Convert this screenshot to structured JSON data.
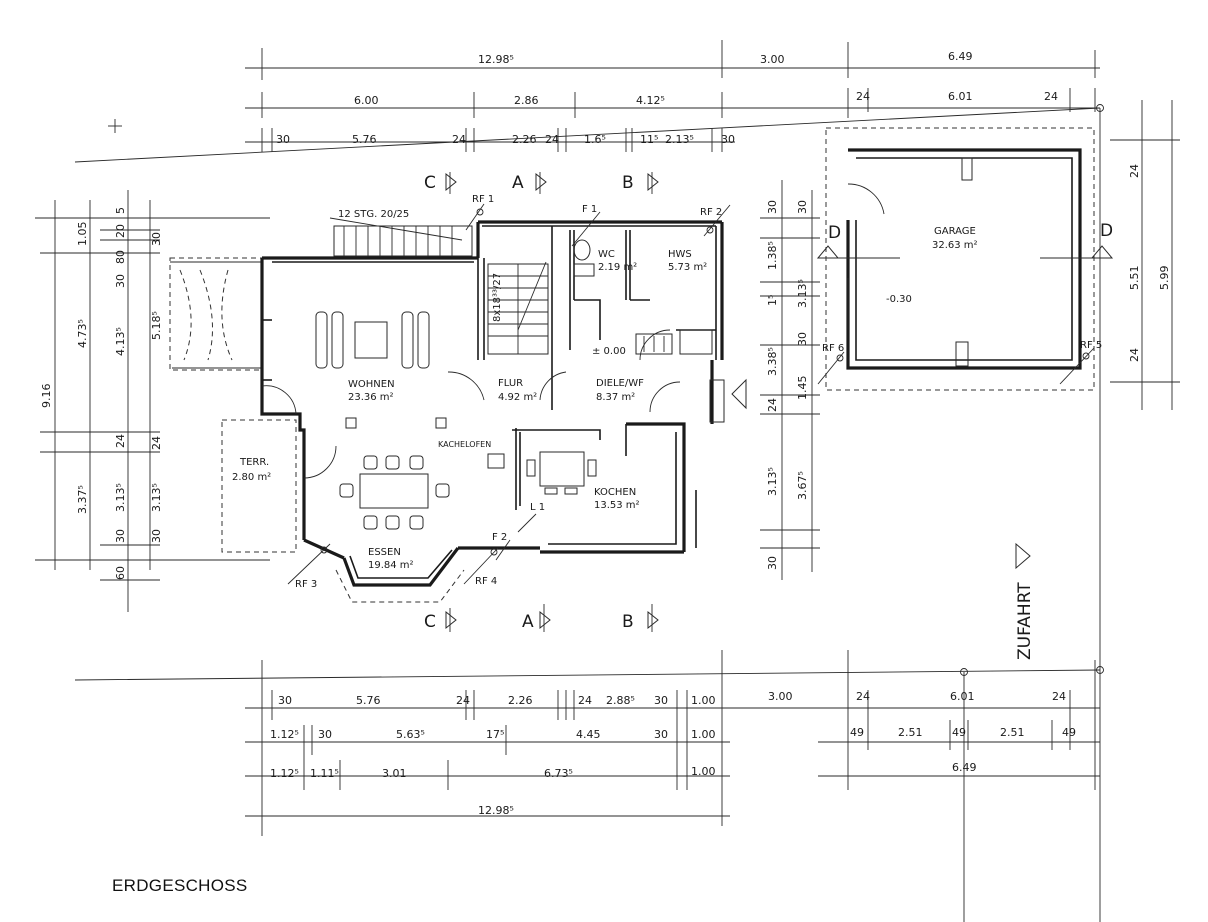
{
  "caption": "ERDGESCHOSS",
  "dims_top": {
    "row1": [
      "12.98⁵",
      "3.00",
      "6.49"
    ],
    "row2": [
      "6.00",
      "2.86",
      "4.12⁵",
      "24",
      "6.01",
      "24"
    ],
    "row3": [
      "30",
      "5.76",
      "24",
      "2.26",
      "24",
      "1.6⁵",
      "11⁵",
      "2.13⁵",
      "30"
    ]
  },
  "dims_bottom": {
    "row1": [
      "30",
      "5.76",
      "24",
      "2.26",
      "24",
      "2.88⁵",
      "30",
      "1.00",
      "3.00",
      "24",
      "6.01",
      "24"
    ],
    "row2": [
      "1.12⁵",
      "30",
      "5.63⁵",
      "17⁵",
      "4.45",
      "30",
      "1.00",
      "49",
      "2.51",
      "49",
      "2.51",
      "49"
    ],
    "row3": [
      "1.12⁵",
      "1.11⁵",
      "3.01",
      "6.73⁵",
      "1.00",
      "6.49"
    ],
    "row4": [
      "12.98⁵"
    ]
  },
  "dims_left": [
    "9.16",
    "4.73⁵",
    "3.37⁵",
    "1.05",
    "4.13⁵",
    "3.13⁵",
    "5.18⁵",
    "3.13⁵",
    "5",
    "20",
    "80",
    "30",
    "24",
    "30",
    "60",
    "30",
    "24",
    "30"
  ],
  "dims_right": [
    "30",
    "1.38⁵",
    "1⁵",
    "3.38⁵",
    "24",
    "3.13⁵",
    "30",
    "30",
    "3.13⁵",
    "1.45",
    "3.67⁵",
    "30",
    "24",
    "5.51",
    "5.99",
    "24"
  ],
  "rooms": [
    {
      "name": "WOHNEN",
      "area": "23.36 m²"
    },
    {
      "name": "FLUR",
      "area": "4.92 m²"
    },
    {
      "name": "DIELE/WF",
      "area": "8.37 m²"
    },
    {
      "name": "WC",
      "area": "2.19 m²"
    },
    {
      "name": "HWS",
      "area": "5.73 m²"
    },
    {
      "name": "KOCHEN",
      "area": "13.53 m²"
    },
    {
      "name": "ESSEN",
      "area": "19.84 m²"
    },
    {
      "name": "TERR.",
      "area": "2.80 m²"
    },
    {
      "name": "GARAGE",
      "area": "32.63 m²"
    }
  ],
  "labels": {
    "stairs": "12 STG. 20/25",
    "stairs_side": "8x18³³/27",
    "kachelofen": "KACHELOFEN",
    "level_ground": "± 0.00",
    "level_garage": "-0.30",
    "zufahrt": "ZUFAHRT"
  },
  "sections": [
    "C",
    "A",
    "B",
    "C",
    "A",
    "B",
    "D",
    "D"
  ],
  "tags": [
    "RF 1",
    "RF 2",
    "RF 3",
    "RF 4",
    "RF 5",
    "RF 6",
    "F 1",
    "F 2",
    "L 1"
  ]
}
